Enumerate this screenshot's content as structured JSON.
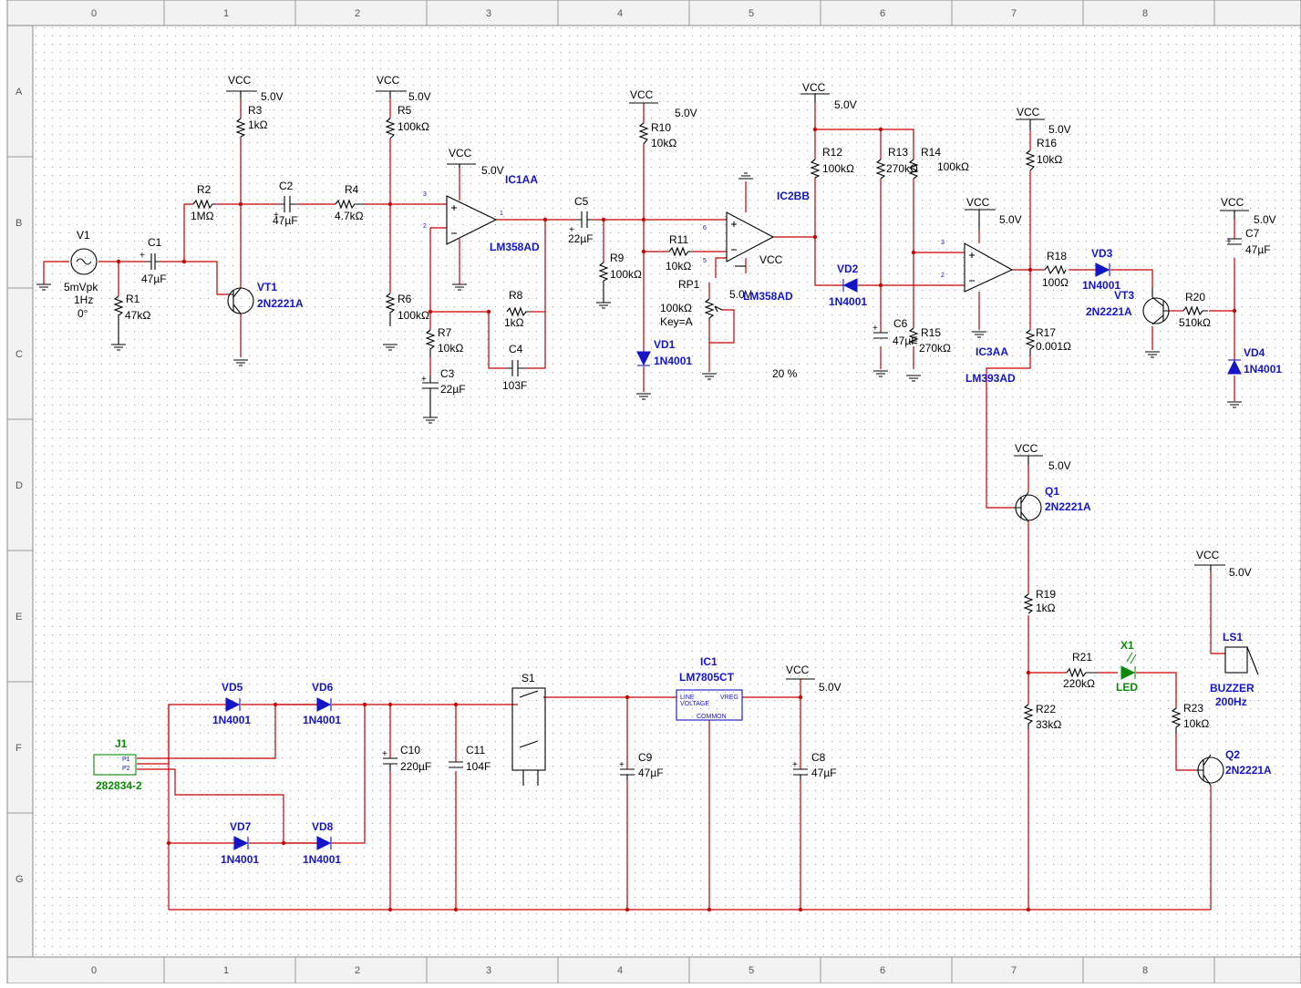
{
  "border": {
    "columns": [
      "0",
      "1",
      "2",
      "3",
      "4",
      "5",
      "6",
      "7",
      "8"
    ],
    "rows": [
      "A",
      "B",
      "C",
      "D",
      "E",
      "F",
      "G"
    ]
  },
  "colors": {
    "wire": "#c80000",
    "component": "#000000",
    "label_blue": "#1414c8",
    "label_green": "#0a8a0a",
    "grid_dot": "#9a9a9a"
  },
  "supply": {
    "vcc": "VCC",
    "voltage": "5.0V"
  },
  "components": {
    "V1": {
      "ref": "V1",
      "l1": "5mVpk",
      "l2": "1Hz",
      "l3": "0°"
    },
    "C1": {
      "ref": "C1",
      "value": "47µF"
    },
    "R1": {
      "ref": "R1",
      "value": "47kΩ"
    },
    "R2": {
      "ref": "R2",
      "value": "1MΩ"
    },
    "R3": {
      "ref": "R3",
      "value": "1kΩ"
    },
    "VT1": {
      "ref": "VT1",
      "value": "2N2221A"
    },
    "C2": {
      "ref": "C2",
      "value": "47µF"
    },
    "R4": {
      "ref": "R4",
      "value": "4.7kΩ"
    },
    "R5": {
      "ref": "R5",
      "value": "100kΩ"
    },
    "R6": {
      "ref": "R6",
      "value": "100kΩ"
    },
    "IC1AA": {
      "ref": "IC1AA",
      "value": "LM358AD"
    },
    "R7": {
      "ref": "R7",
      "value": "10kΩ"
    },
    "C3": {
      "ref": "C3",
      "value": "22µF"
    },
    "R8": {
      "ref": "R8",
      "value": "1kΩ"
    },
    "C4": {
      "ref": "C4",
      "value": "103F"
    },
    "C5": {
      "ref": "C5",
      "value": "22µF"
    },
    "R9": {
      "ref": "R9",
      "value": "100kΩ"
    },
    "R10": {
      "ref": "R10",
      "value": "10kΩ"
    },
    "VD1": {
      "ref": "VD1",
      "value": "1N4001"
    },
    "R11": {
      "ref": "R11",
      "value": "10kΩ"
    },
    "RP1": {
      "ref": "RP1",
      "value": "100kΩ",
      "key": "Key=A",
      "percent": "20 %"
    },
    "IC2BB": {
      "ref": "IC2BB",
      "value": "LM358AD"
    },
    "R12": {
      "ref": "R12",
      "value": "100kΩ"
    },
    "VD2": {
      "ref": "VD2",
      "value": "1N4001"
    },
    "R13": {
      "ref": "R13",
      "value": "270kΩ"
    },
    "R14": {
      "ref": "R14",
      "value": "100kΩ"
    },
    "C6": {
      "ref": "C6",
      "value": "47µF"
    },
    "R15": {
      "ref": "R15",
      "value": "270kΩ"
    },
    "IC3AA": {
      "ref": "IC3AA",
      "value": "LM393AD"
    },
    "R16": {
      "ref": "R16",
      "value": "10kΩ"
    },
    "R17": {
      "ref": "R17",
      "value": "0.001Ω"
    },
    "R18": {
      "ref": "R18",
      "value": "100Ω"
    },
    "VD3": {
      "ref": "VD3",
      "value": "1N4001"
    },
    "VT3": {
      "ref": "VT3",
      "value": "2N2221A"
    },
    "R20": {
      "ref": "R20",
      "value": "510kΩ"
    },
    "C7": {
      "ref": "C7",
      "value": "47µF"
    },
    "VD4": {
      "ref": "VD4",
      "value": "1N4001"
    },
    "Q1": {
      "ref": "Q1",
      "value": "2N2221A"
    },
    "R19": {
      "ref": "R19",
      "value": "1kΩ"
    },
    "R21": {
      "ref": "R21",
      "value": "220kΩ"
    },
    "X1": {
      "ref": "X1",
      "value": "LED"
    },
    "R22": {
      "ref": "R22",
      "value": "33kΩ"
    },
    "R23": {
      "ref": "R23",
      "value": "10kΩ"
    },
    "Q2": {
      "ref": "Q2",
      "value": "2N2221A"
    },
    "LS1": {
      "ref": "LS1",
      "l1": "BUZZER",
      "l2": "200Hz"
    },
    "J1": {
      "ref": "J1",
      "value": "282834-2",
      "p1": "P1",
      "p2": "P2"
    },
    "VD5": {
      "ref": "VD5",
      "value": "1N4001"
    },
    "VD6": {
      "ref": "VD6",
      "value": "1N4001"
    },
    "VD7": {
      "ref": "VD7",
      "value": "1N4001"
    },
    "VD8": {
      "ref": "VD8",
      "value": "1N4001"
    },
    "C10": {
      "ref": "C10",
      "value": "220µF"
    },
    "C11": {
      "ref": "C11",
      "value": "104F"
    },
    "S1": {
      "ref": "S1"
    },
    "C9": {
      "ref": "C9",
      "value": "47µF"
    },
    "IC1": {
      "ref": "IC1",
      "value": "LM7805CT",
      "line": "LINE",
      "vreg": "VREG",
      "voltage": "VOLTAGE",
      "common": "COMMON"
    },
    "C8": {
      "ref": "C8",
      "value": "47µF"
    }
  }
}
